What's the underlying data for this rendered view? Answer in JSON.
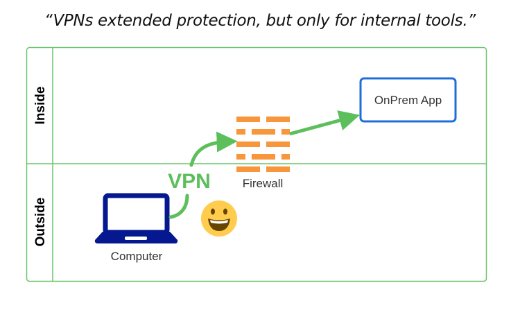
{
  "title": "“VPNs extended protection, but only for internal tools.”",
  "colors": {
    "frame": "#6CC46C",
    "arrow": "#5CBF5C",
    "firewall": "#F7963A",
    "laptop": "#05188F",
    "app_border": "#1C6FD8",
    "smiley_face": "#FFCC4D",
    "smiley_features": "#664500"
  },
  "lanes": [
    {
      "id": "inside",
      "label": "Inside"
    },
    {
      "id": "outside",
      "label": "Outside"
    }
  ],
  "nodes": {
    "computer": {
      "label": "Computer",
      "icon": "laptop-icon",
      "lane": "outside"
    },
    "firewall": {
      "label": "Firewall",
      "icon": "brick-wall-icon",
      "lane": "boundary"
    },
    "onprem_app": {
      "label": "OnPrem App",
      "icon": "box",
      "lane": "inside"
    }
  },
  "edges": [
    {
      "from": "computer",
      "to": "firewall",
      "label": "VPN"
    },
    {
      "from": "firewall",
      "to": "onprem_app",
      "label": ""
    }
  ],
  "annotations": {
    "emoji": "grinning-face-icon"
  }
}
